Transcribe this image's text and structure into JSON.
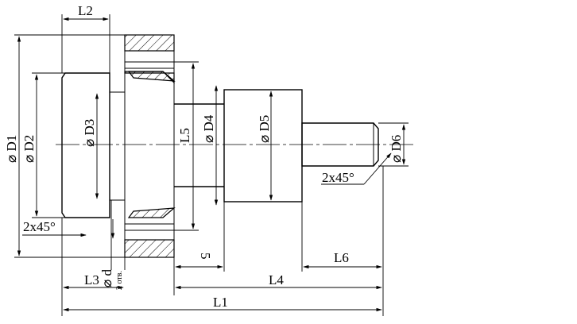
{
  "labels": {
    "L1": "L1",
    "L2": "L2",
    "L3": "L3",
    "L4": "L4",
    "L5": "L5",
    "L6": "L6",
    "D1": "⌀ D1",
    "D2": "⌀ D2",
    "D3": "⌀ D3",
    "D4": "⌀ D4",
    "D5": "⌀ D5",
    "D6": "⌀ D6",
    "d": "⌀ d",
    "holes": "2 отв.",
    "chamfer_left": "2x45°",
    "chamfer_right": "2x45°",
    "five": "5"
  }
}
